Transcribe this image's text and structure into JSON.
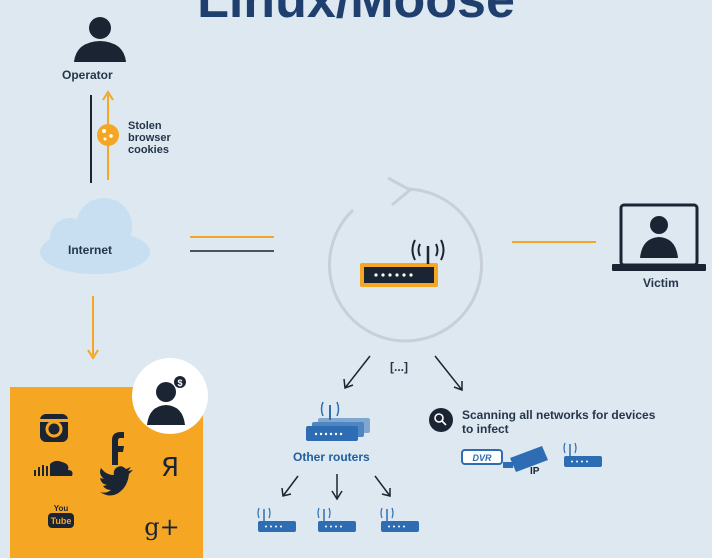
{
  "title": "Linux/Moose",
  "labels": {
    "operator": "Operator",
    "stolen_cookies": "Stolen browser cookies",
    "internet": "Internet",
    "victim": "Victim",
    "ellipsis": "[...]",
    "scanning": "Scanning all networks for devices to infect",
    "other_routers": "Other routers",
    "dvr": "DVR",
    "ip": "IP"
  },
  "social_icons": [
    "instagram-icon",
    "facebook-icon",
    "yandex-icon",
    "soundcloud-icon",
    "twitter-icon",
    "youtube-icon",
    "google-plus-icon"
  ],
  "colors": {
    "background": "#dde8f1",
    "accent": "#f5a623",
    "dark": "#1b2433",
    "title": "#1f3f6e",
    "router_blue": "#2e6db3"
  }
}
